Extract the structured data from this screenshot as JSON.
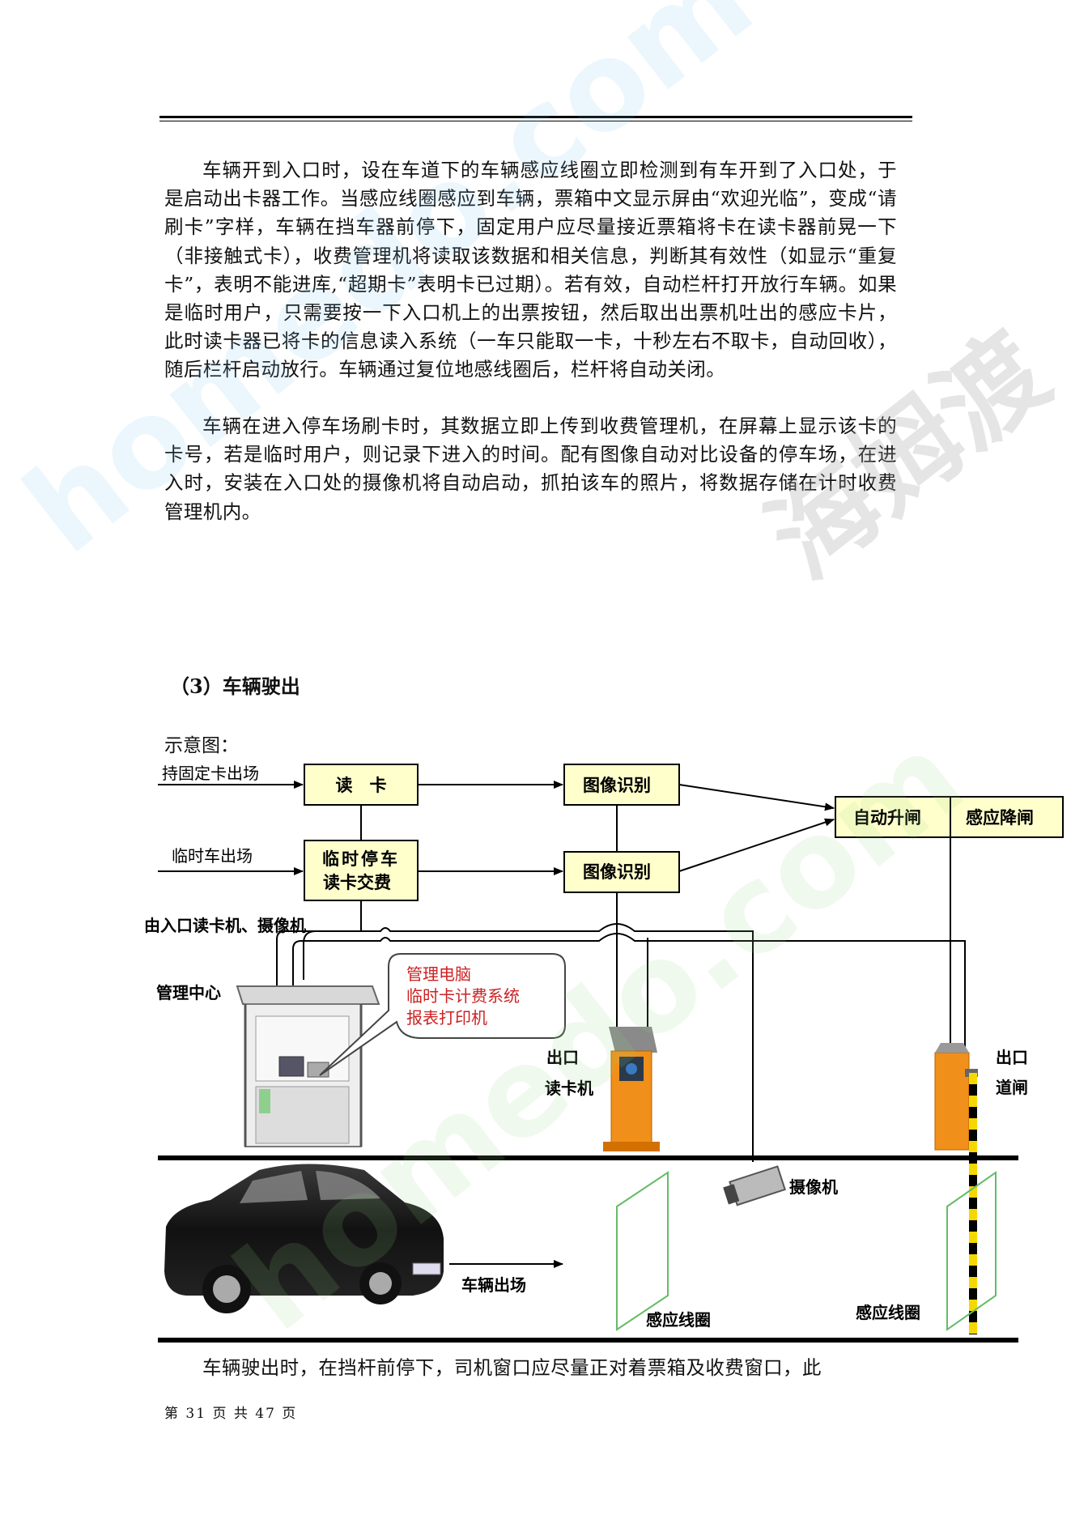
{
  "body": {
    "paragraphs": [
      "车辆开到入口时，设在车道下的车辆感应线圈立即检测到有车开到了入口处，于是启动出卡器工作。当感应线圈感应到车辆，票箱中文显示屏由“欢迎光临”，变成“请刷卡”字样，车辆在挡车器前停下，固定用户应尽量接近票箱将卡在读卡器前晃一下（非接触式卡），收费管理机将读取该数据和相关信息，判断其有效性（如显示“重复卡”，表明不能进库,“超期卡”表明卡已过期）。若有效，自动栏杆打开放行车辆。如果是临时用户，只需要按一下入口机上的出票按钮，然后取出出票机吐出的感应卡片，此时读卡器已将卡的信息读入系统（一车只能取一卡，十秒左右不取卡，自动回收），随后栏杆启动放行。车辆通过复位地感线圈后，栏杆将自动关闭。",
      "车辆在进入停车场刷卡时，其数据立即上传到收费管理机，在屏幕上显示该卡的卡号，若是临时用户，则记录下进入的时间。配有图像自动对比设备的停车场，在进入时，安装在入口处的摄像机将自动启动，抓拍该车的照片，将数据存储在计时收费管理机内。"
    ],
    "section_title": "（3）车辆驶出",
    "diagram_caption": "示意图：",
    "last_paragraph": "车辆驶出时，在挡杆前停下，司机窗口应尽量正对着票箱及收费窗口，此"
  },
  "diagram": {
    "input_fixed": "持固定卡出场",
    "input_temp": "临时车出场",
    "box_read_card": "读　卡",
    "box_temp_pay_line1": "临时停车",
    "box_temp_pay_line2": "读卡交费",
    "box_image_1": "图像识别",
    "box_image_2": "图像识别",
    "box_auto_raise": "自动升闸",
    "box_sense_lower": "感应降闸",
    "from_entrance": "由入口读卡机、摄像机",
    "mgmt_center": "管理中心",
    "bubble_line1": "管理电脑",
    "bubble_line2": "临时卡计费系统",
    "bubble_line3": "报表打印机",
    "exit_reader_line1": "出口",
    "exit_reader_line2": "读卡机",
    "exit_gate_line1": "出口",
    "exit_gate_line2": "道闸",
    "camera_label": "摄像机",
    "vehicle_exit": "车辆出场",
    "loop_1": "感应线圈",
    "loop_2": "感应线圈",
    "box_fill": "#ffffcc",
    "bubble_text_color": "#cc2222",
    "kiosk_color": "#f0901a"
  },
  "footer": {
    "page": "第 31 页 共 47 页"
  },
  "watermark": {
    "brand_cn": "海姆渡",
    "site_1": "homedo.com",
    "site_2": "homedo.com"
  }
}
